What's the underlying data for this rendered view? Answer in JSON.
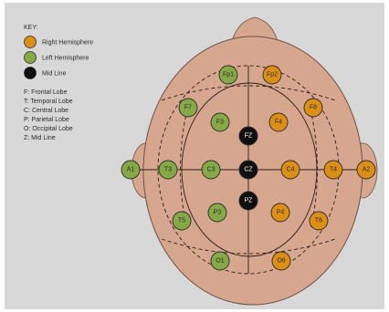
{
  "colors": {
    "right": "#dc8f16",
    "left": "#86a947",
    "mid": "#0f0f0f",
    "head": "#d6a78e",
    "background": "#d8d8d8"
  },
  "key": {
    "title": "KEY:",
    "items": [
      {
        "group": "right",
        "label": "Right Hemisphere"
      },
      {
        "group": "left",
        "label": "Left Hemisphere"
      },
      {
        "group": "mid",
        "label": "Mid Line"
      }
    ],
    "abbreviations": [
      "F: Frontal Lobe",
      "T: Temporal Lobe",
      "C: Central Lobe",
      "P: Parietal Lobe",
      "O: Occipital Lobe",
      "Z: Mid Line"
    ]
  },
  "electrodes": [
    {
      "label": "Fp1",
      "group": "left"
    },
    {
      "label": "Fp2",
      "group": "right"
    },
    {
      "label": "F7",
      "group": "left"
    },
    {
      "label": "F8",
      "group": "right"
    },
    {
      "label": "F3",
      "group": "left"
    },
    {
      "label": "FZ",
      "group": "mid"
    },
    {
      "label": "F4",
      "group": "right"
    },
    {
      "label": "A1",
      "group": "left"
    },
    {
      "label": "T3",
      "group": "left"
    },
    {
      "label": "C3",
      "group": "left"
    },
    {
      "label": "CZ",
      "group": "mid"
    },
    {
      "label": "C4",
      "group": "right"
    },
    {
      "label": "T4",
      "group": "right"
    },
    {
      "label": "A2",
      "group": "right"
    },
    {
      "label": "PZ",
      "group": "mid"
    },
    {
      "label": "P3",
      "group": "left"
    },
    {
      "label": "P4",
      "group": "right"
    },
    {
      "label": "T5",
      "group": "left"
    },
    {
      "label": "T6",
      "group": "right"
    },
    {
      "label": "O1",
      "group": "left"
    },
    {
      "label": "O6",
      "group": "right"
    }
  ]
}
